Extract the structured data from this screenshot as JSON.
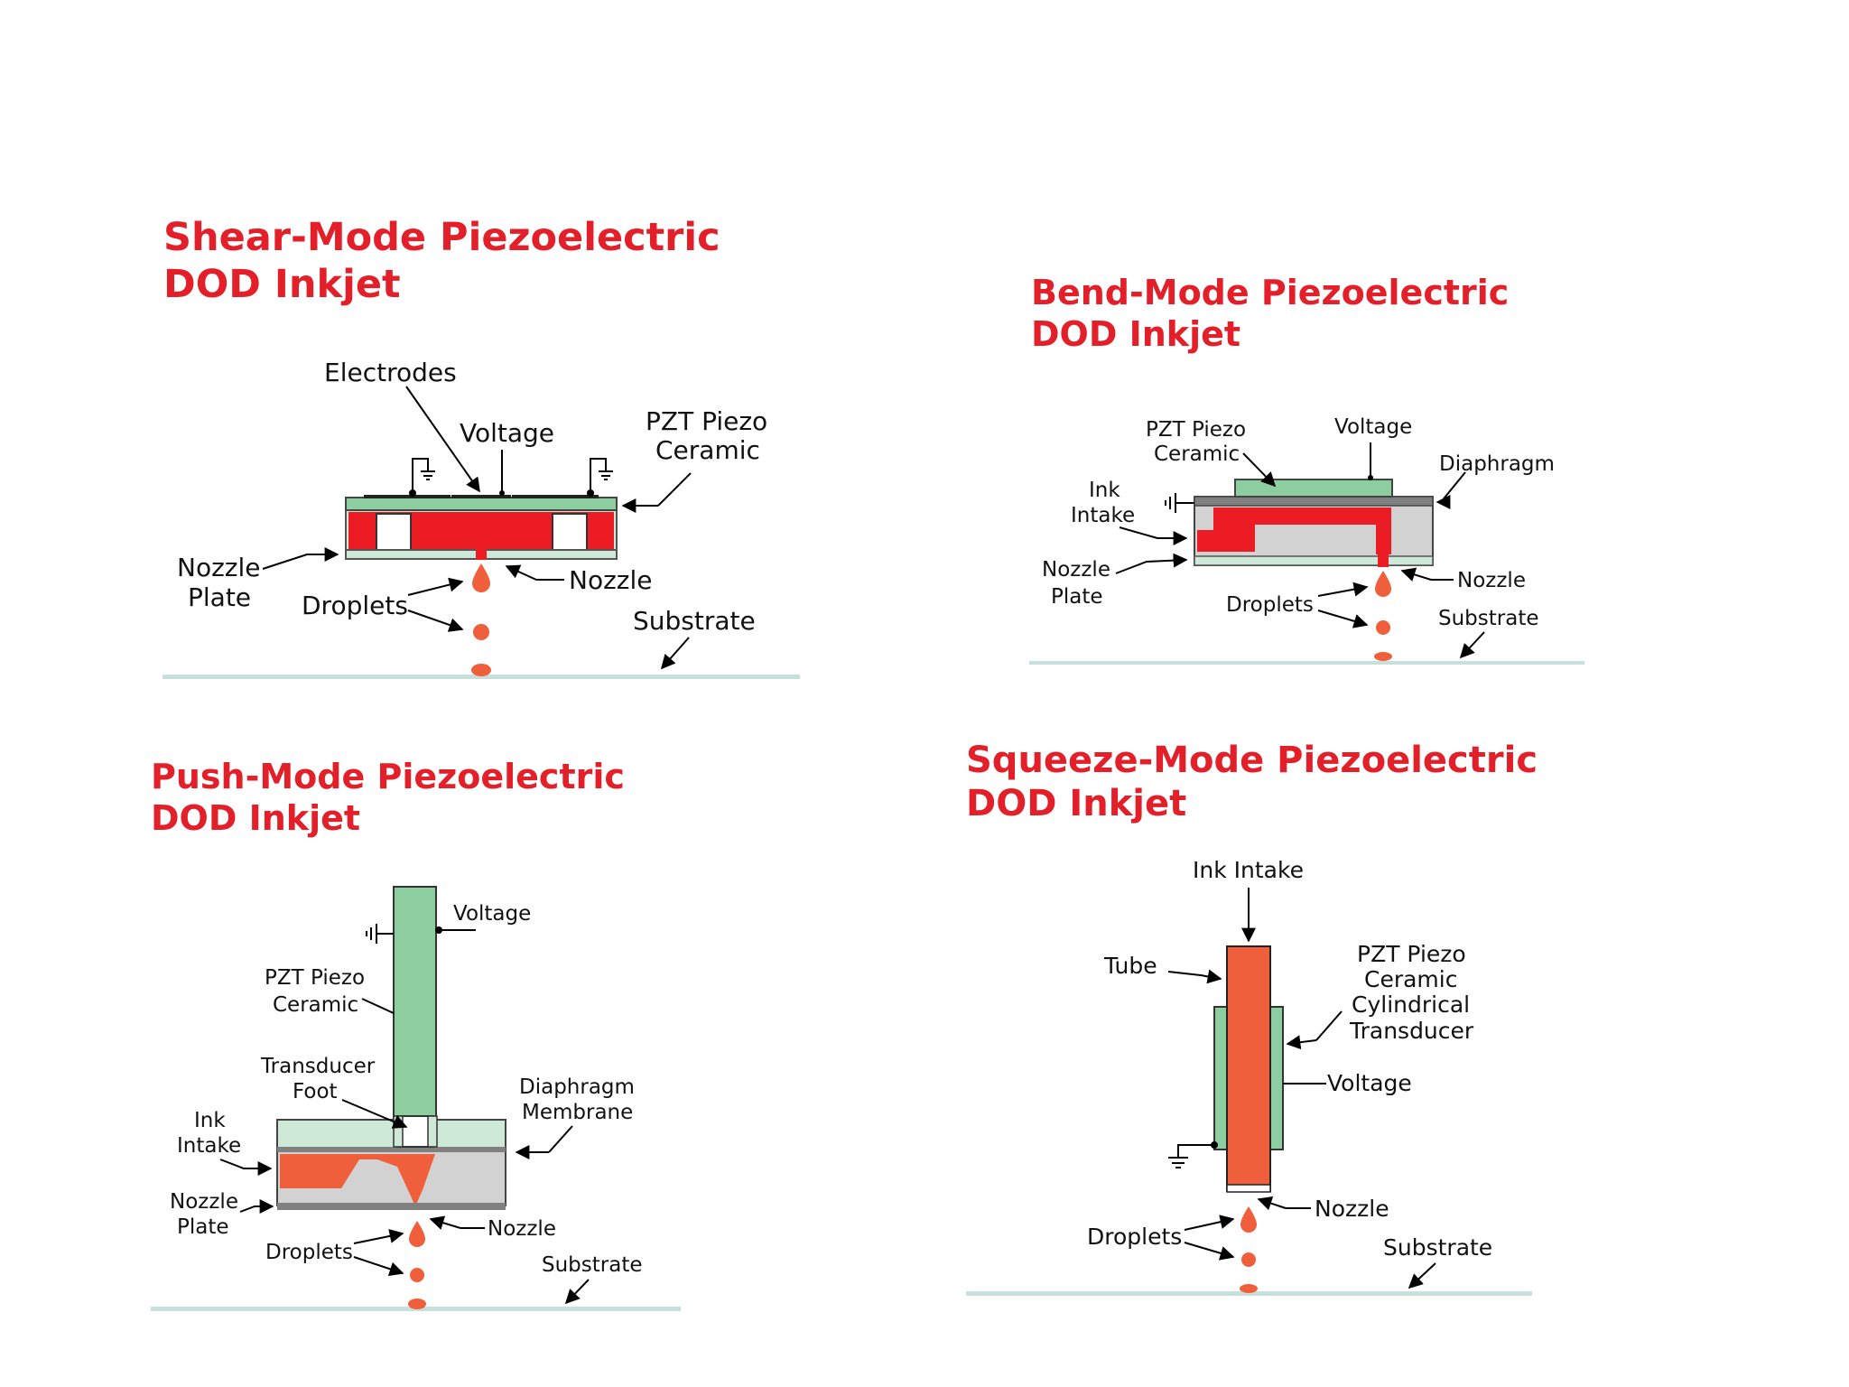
{
  "shear": {
    "title_line1": "Shear-Mode Piezoelectric",
    "title_line2": "DOD Inkjet",
    "labels": {
      "electrodes": "Electrodes",
      "voltage": "Voltage",
      "pzt_line1": "PZT Piezo",
      "pzt_line2": "Ceramic",
      "nozzle_plate_line1": "Nozzle",
      "nozzle_plate_line2": "Plate",
      "droplets": "Droplets",
      "nozzle": "Nozzle",
      "substrate": "Substrate"
    }
  },
  "bend": {
    "title_line1": "Bend-Mode Piezoelectric",
    "title_line2": "DOD Inkjet",
    "labels": {
      "pzt_line1": "PZT Piezo",
      "pzt_line2": "Ceramic",
      "voltage": "Voltage",
      "diaphragm": "Diaphragm",
      "ink_line1": "Ink",
      "ink_line2": "Intake",
      "nozzle_plate_line1": "Nozzle",
      "nozzle_plate_line2": "Plate",
      "nozzle": "Nozzle",
      "droplets": "Droplets",
      "substrate": "Substrate"
    }
  },
  "push": {
    "title_line1": "Push-Mode Piezoelectric",
    "title_line2": "DOD Inkjet",
    "labels": {
      "voltage": "Voltage",
      "pzt_line1": "PZT Piezo",
      "pzt_line2": "Ceramic",
      "transducer_line1": "Transducer",
      "transducer_line2": "Foot",
      "diaphragm_line1": "Diaphragm",
      "diaphragm_line2": "Membrane",
      "ink_line1": "Ink",
      "ink_line2": "Intake",
      "nozzle_plate_line1": "Nozzle",
      "nozzle_plate_line2": "Plate",
      "nozzle": "Nozzle",
      "droplets": "Droplets",
      "substrate": "Substrate"
    }
  },
  "squeeze": {
    "title_line1": "Squeeze-Mode Piezoelectric",
    "title_line2": "DOD Inkjet",
    "labels": {
      "ink_intake": "Ink Intake",
      "tube": "Tube",
      "pzt_line1": "PZT Piezo",
      "pzt_line2": "Ceramic",
      "pzt_line3": "Cylindrical",
      "pzt_line4": "Transducer",
      "voltage": "Voltage",
      "nozzle": "Nozzle",
      "droplets": "Droplets",
      "substrate": "Substrate"
    }
  },
  "colors": {
    "title": "#e3202a",
    "ink_red": "#ec1c24",
    "ink_orange": "#ef5f3c",
    "piezo_green": "#8dcea0",
    "light_green": "#cfe9d9",
    "gray_body": "#d2d2d2",
    "dark_gray": "#808080",
    "substrate": "#c8e0dc"
  }
}
